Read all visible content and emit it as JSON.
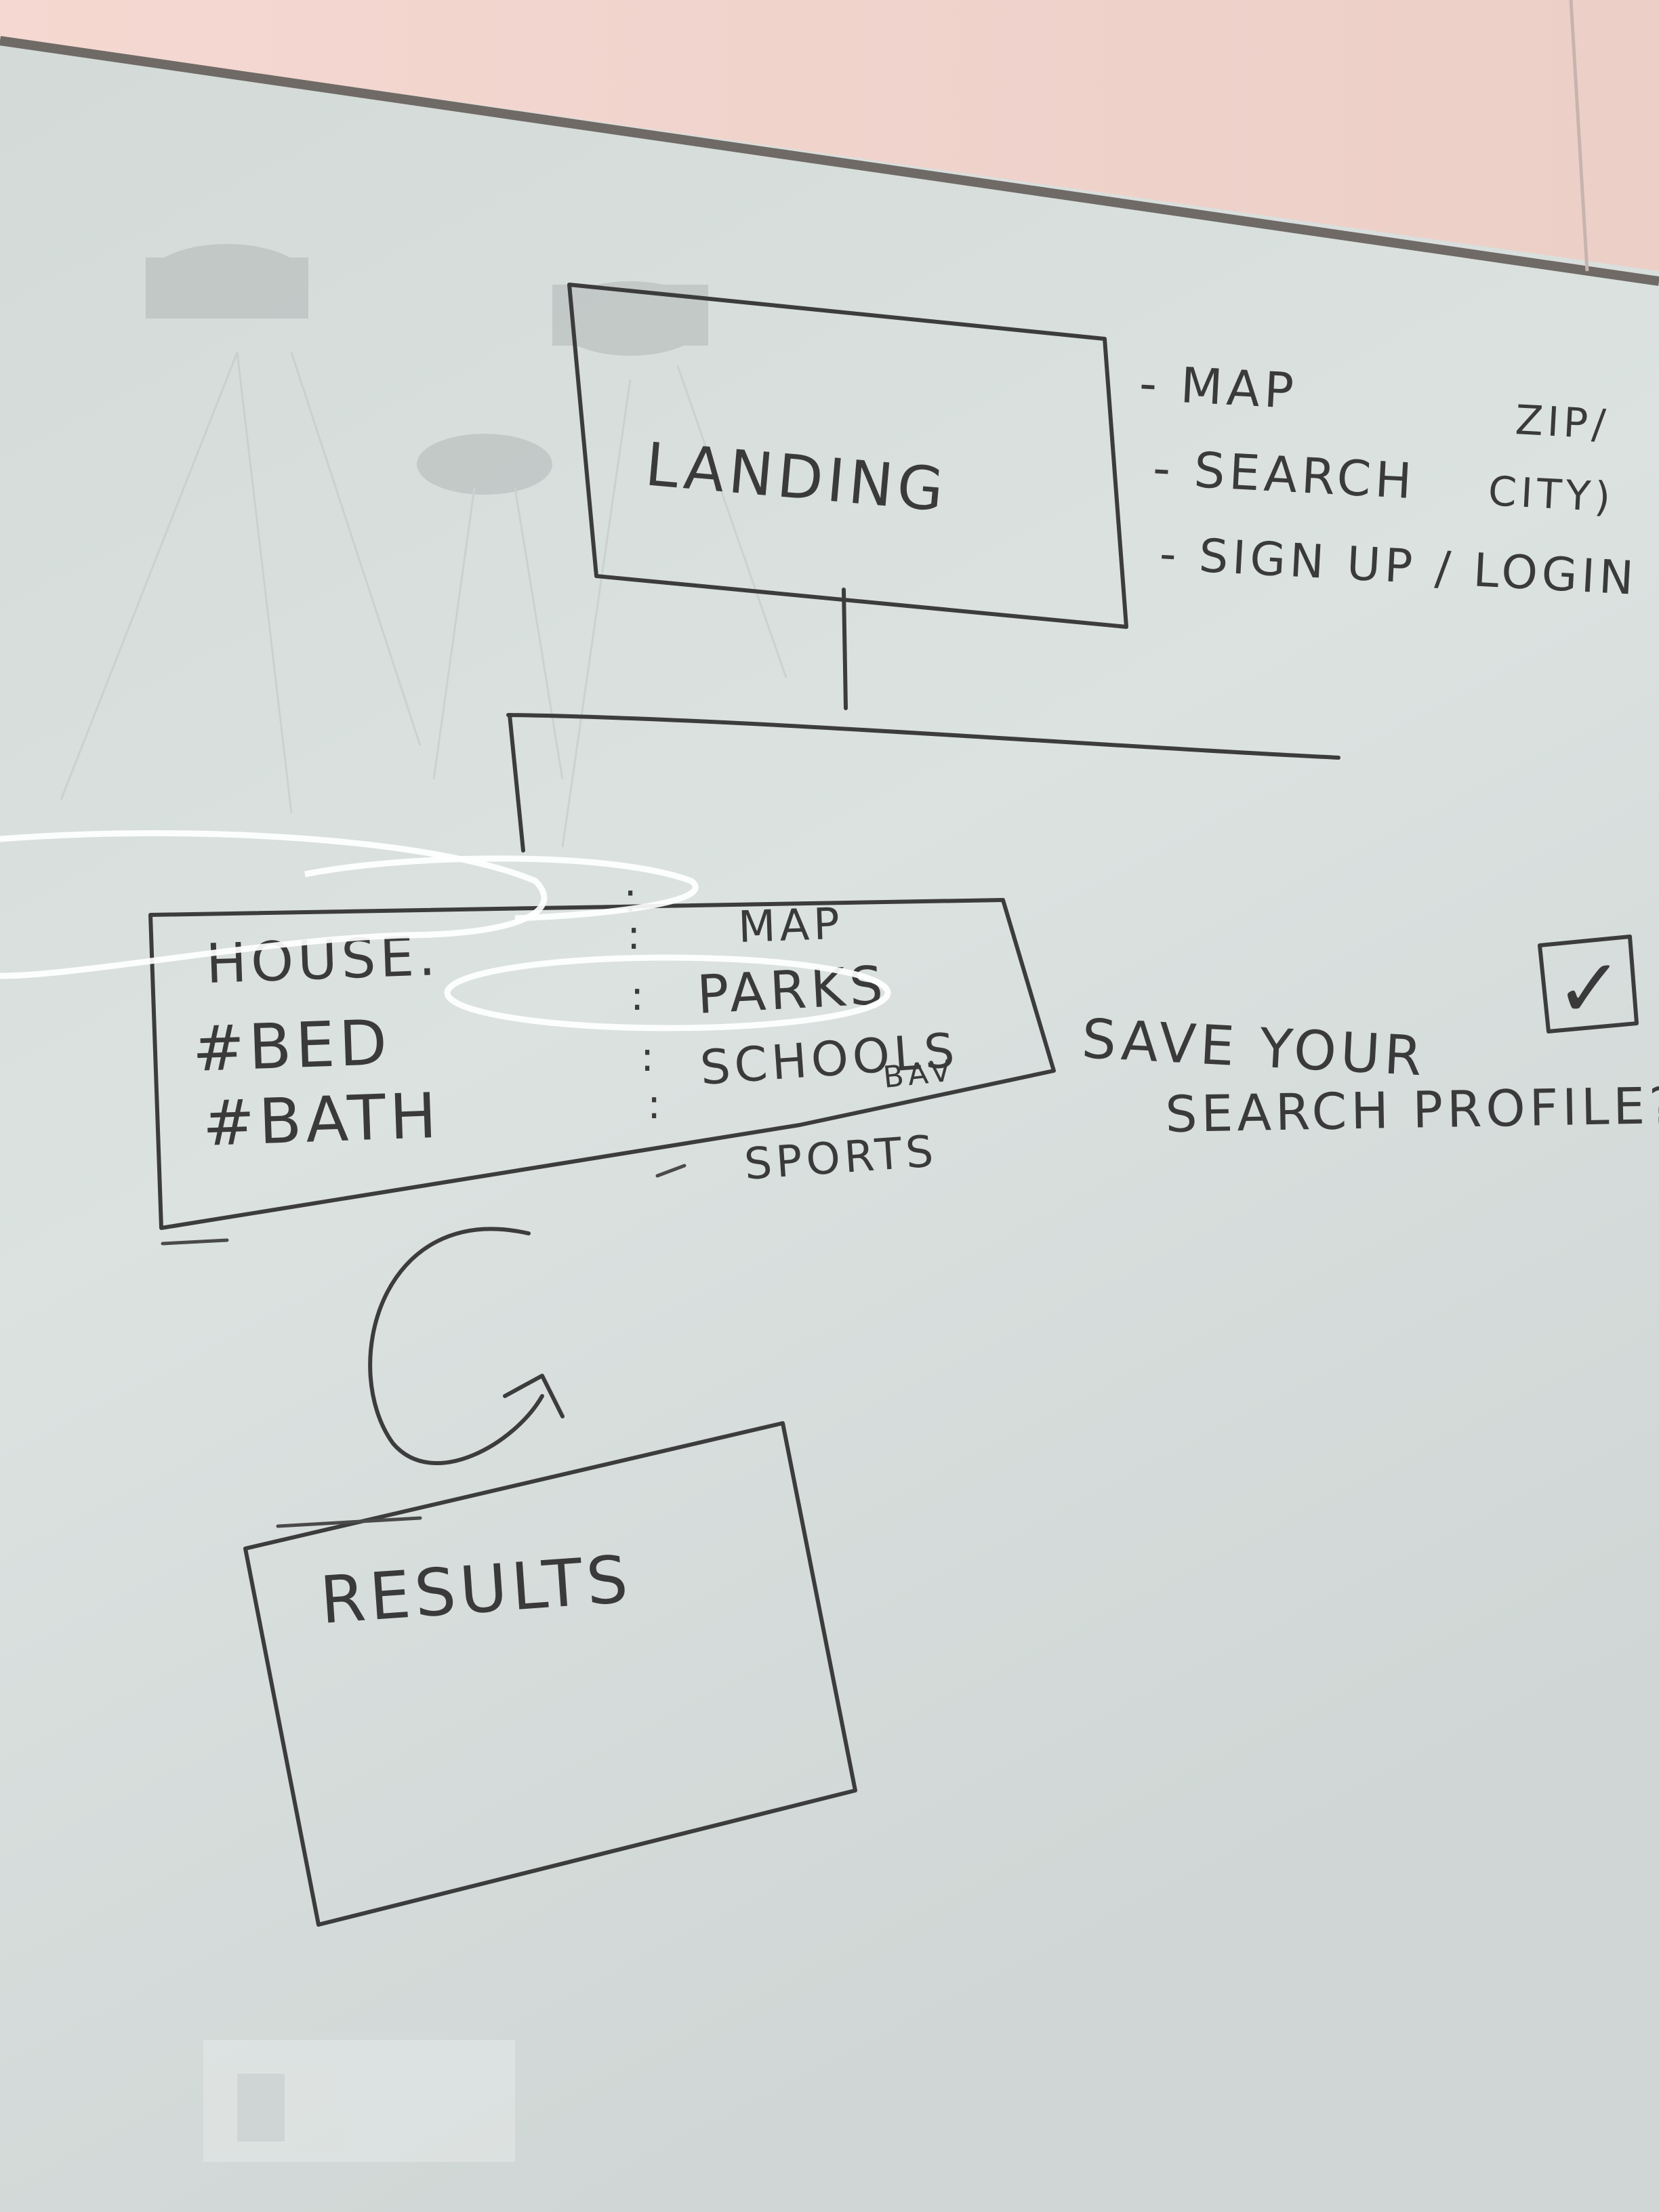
{
  "landing": {
    "title": "LANDING",
    "notes": [
      "- MAP",
      "- SEARCH",
      "- SIGN UP / LOGIN"
    ],
    "search_aside": [
      "ZIP/",
      "CITY)"
    ]
  },
  "filters": {
    "left_items": [
      "HOUSE.",
      "#BED",
      "#BATH"
    ],
    "right_items": [
      "MAP",
      "PARKS",
      "SCHOOLS",
      "SPORTS"
    ],
    "aside": "BAV",
    "separator": ":"
  },
  "save_prompt": {
    "lines": [
      "SAVE YOUR",
      "SEARCH PROFILE?"
    ],
    "checkbox_mark": "✓"
  },
  "results": {
    "title": "RESULTS"
  },
  "colors": {
    "board": "#dde3e1",
    "wall": "#f1d3cc",
    "frame": "#6f6a66",
    "ink": "#3a3a3a"
  }
}
